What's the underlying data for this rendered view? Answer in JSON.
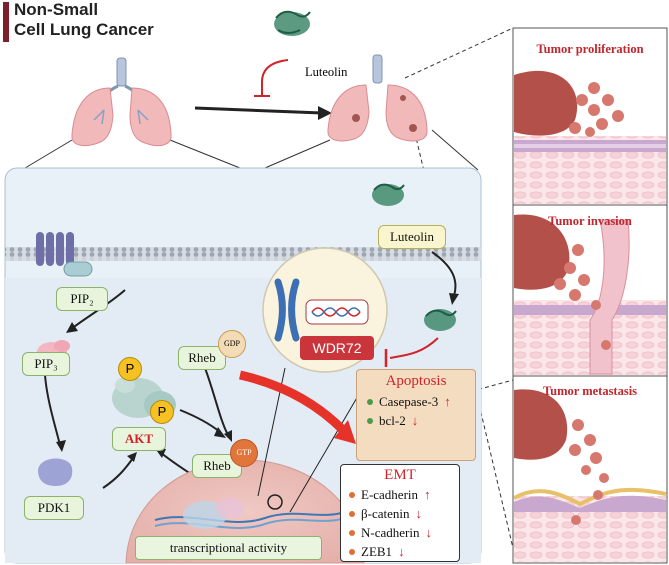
{
  "title": {
    "line1": "Non-Small",
    "line2": "Cell Lung Cancer"
  },
  "luteolin_top": "Luteolin",
  "luteolin_cell": "Luteolin",
  "pathway": {
    "pip2": "PIP₂",
    "pip3": "PIP₃",
    "pdk1": "PDK1",
    "akt": "AKT",
    "rheb_gdp": "Rheb",
    "rheb_gtp": "Rheb",
    "gdp": "GDP",
    "gtp": "GTP",
    "p": "P"
  },
  "wdr72": "WDR72",
  "transcription": "transcriptional activity",
  "apoptosis": {
    "title": "Apoptosis",
    "items": [
      {
        "label": "Casepase-3",
        "arrow": "↑"
      },
      {
        "label": "bcl-2",
        "arrow": "↓"
      }
    ]
  },
  "emt": {
    "title": "EMT",
    "items": [
      {
        "label": "E-cadherin",
        "arrow": "↑"
      },
      {
        "label": "β-catenin",
        "arrow": "↓"
      },
      {
        "label": "N-cadherin",
        "arrow": "↓"
      },
      {
        "label": "ZEB1",
        "arrow": "↓"
      }
    ]
  },
  "panels": {
    "proliferation": "Tumor proliferation",
    "invasion": "Tumor invasion",
    "metastasis": "Tumor metastasis"
  },
  "colors": {
    "accent_red": "#d2232a",
    "title_bar": "#7a1f2b",
    "cell_bg": "#e9f1f8",
    "tumor": "#b4504a"
  }
}
